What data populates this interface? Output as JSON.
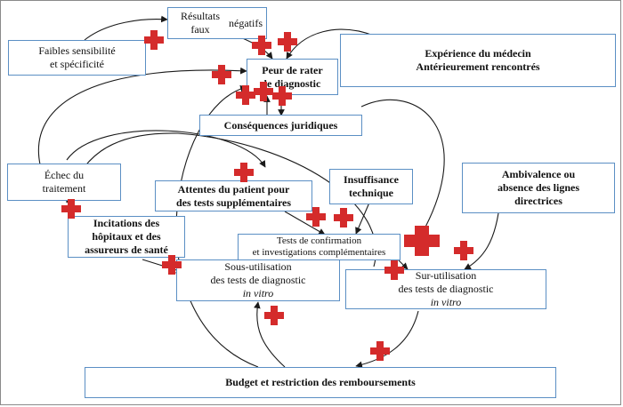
{
  "nodes": {
    "resultats_faux_negatifs": [
      "Résultats faux",
      "négatifs"
    ],
    "faibles_sensibilite": [
      "Faibles sensibilité",
      "et spécificité"
    ],
    "peur_de_rater": [
      "Peur de rater",
      "le diagnostic"
    ],
    "experience_medecin": [
      "Expérience du médecin",
      "Antérieurement rencontrés"
    ],
    "consequences_juridiques": [
      "Conséquences juridiques"
    ],
    "echec_traitement": [
      "Échec du",
      "traitement"
    ],
    "attentes_patient": [
      "Attentes du patient pour",
      "des tests supplémentaires"
    ],
    "insuffisance_technique": [
      "Insuffisance",
      "technique"
    ],
    "ambivalence": [
      "Ambivalence ou",
      "absence des lignes",
      "directrices"
    ],
    "incitations": [
      "Incitations des",
      "hôpitaux et des",
      "assureurs de santé"
    ],
    "tests_confirmation": [
      "Tests de confirmation",
      "et investigations complémentaires"
    ],
    "sous_utilisation": [
      "Sous-utilisation",
      "des tests de diagnostic",
      "in vitro"
    ],
    "sur_utilisation": [
      "Sur-utilisation",
      "des tests de diagnostic",
      "in vitro"
    ],
    "budget": [
      "Budget et restriction des remboursements"
    ]
  },
  "colors": {
    "node_border": "#5b8fc4",
    "plus_marker": "#d42b2b",
    "connector": "#1a1a1a",
    "frame": "#8a8a8a"
  },
  "marker_symbol": "plus"
}
